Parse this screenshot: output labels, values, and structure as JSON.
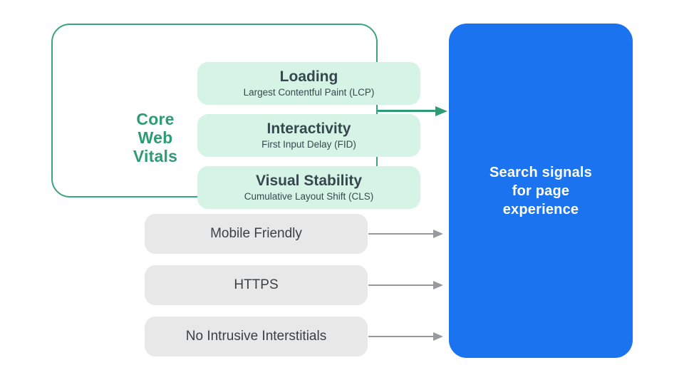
{
  "palette": {
    "green": "#2e9c73",
    "green_border": "#3aa47e",
    "mint": "#d5f4e5",
    "gray_chip": "#e8e8e9",
    "blue": "#1b73f0",
    "title_text": "#37474f",
    "dark_text": "#3c4043",
    "arrow_gray": "#97999c"
  },
  "core_web_vitals": {
    "label": "Core\nWeb\nVitals",
    "items": [
      {
        "title": "Loading",
        "subtitle": "Largest Contentful Paint (LCP)"
      },
      {
        "title": "Interactivity",
        "subtitle": "First Input Delay (FID)"
      },
      {
        "title": "Visual Stability",
        "subtitle": "Cumulative Layout Shift (CLS)"
      }
    ]
  },
  "other_signals": [
    {
      "label": "Mobile Friendly"
    },
    {
      "label": "HTTPS"
    },
    {
      "label": "No Intrusive Interstitials"
    }
  ],
  "result_box": {
    "label": "Search signals\nfor page\nexperience"
  }
}
